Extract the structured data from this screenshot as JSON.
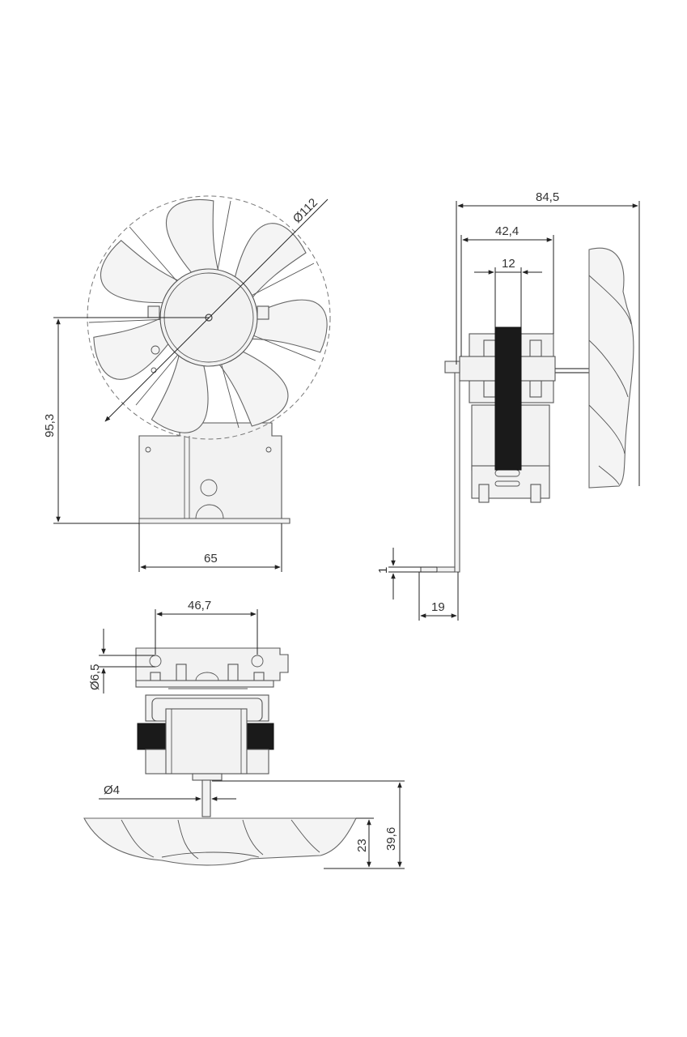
{
  "dimensions": {
    "fan_diameter": "Ø112",
    "total_depth": "84,5",
    "motor_depth": "42,4",
    "coil_width": "12",
    "height_to_axis": "95,3",
    "bracket_width": "65",
    "sheet_thickness": "1",
    "foot_length": "19",
    "hole_spacing": "46,7",
    "hole_diameter": "Ø6,5",
    "shaft_diameter": "Ø4",
    "fan_height": "23",
    "shaft_to_fan": "39,6"
  },
  "colors": {
    "outline": "#444444",
    "coil": "#1a1a1a",
    "fill": "#f2f2f2"
  }
}
